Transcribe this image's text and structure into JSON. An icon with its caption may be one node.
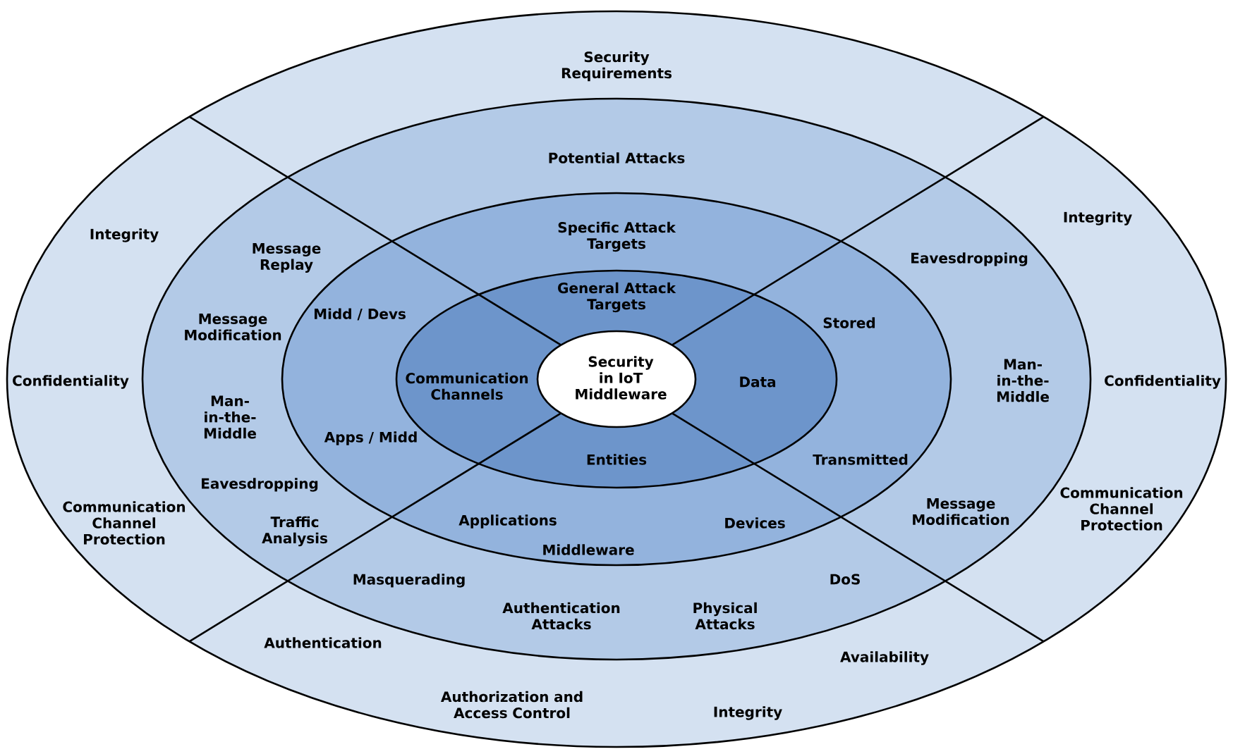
{
  "diagram": {
    "nodes": [
      {
        "text": [
          "Security Requirements",
          "Integrity",
          "Integrity",
          "Confidentiality",
          "Confidentiality",
          "Communication Channel Protection",
          "Communication Channel Protection",
          "Authentication",
          "Authorization and Access Control",
          "Integrity",
          "Availability"
        ]
      },
      {
        "text": [
          "Potential Attacks",
          "Message Replay",
          "Message Modification",
          "Man-in-the-Middle",
          "Eavesdropping",
          "Traffic Analysis",
          "Masquerading",
          "Authentication Attacks",
          "Physical Attacks",
          "DoS",
          "Eavesdropping",
          "Man-in-the-Middle",
          "Message Modification"
        ],
        "in": 0
      },
      {
        "text": [
          "Specific Attack Targets",
          "Midd / Devs",
          "Apps / Midd",
          "Applications",
          "Middleware",
          "Devices",
          "Stored",
          "Transmitted"
        ],
        "in": 1
      },
      {
        "text": [
          "General Attack Targets",
          "Communication Channels",
          "Entities",
          "Data"
        ],
        "in": 2
      },
      {
        "text": [
          "Security in IoT Middleware"
        ],
        "in": 3
      }
    ],
    "edges": []
  }
}
